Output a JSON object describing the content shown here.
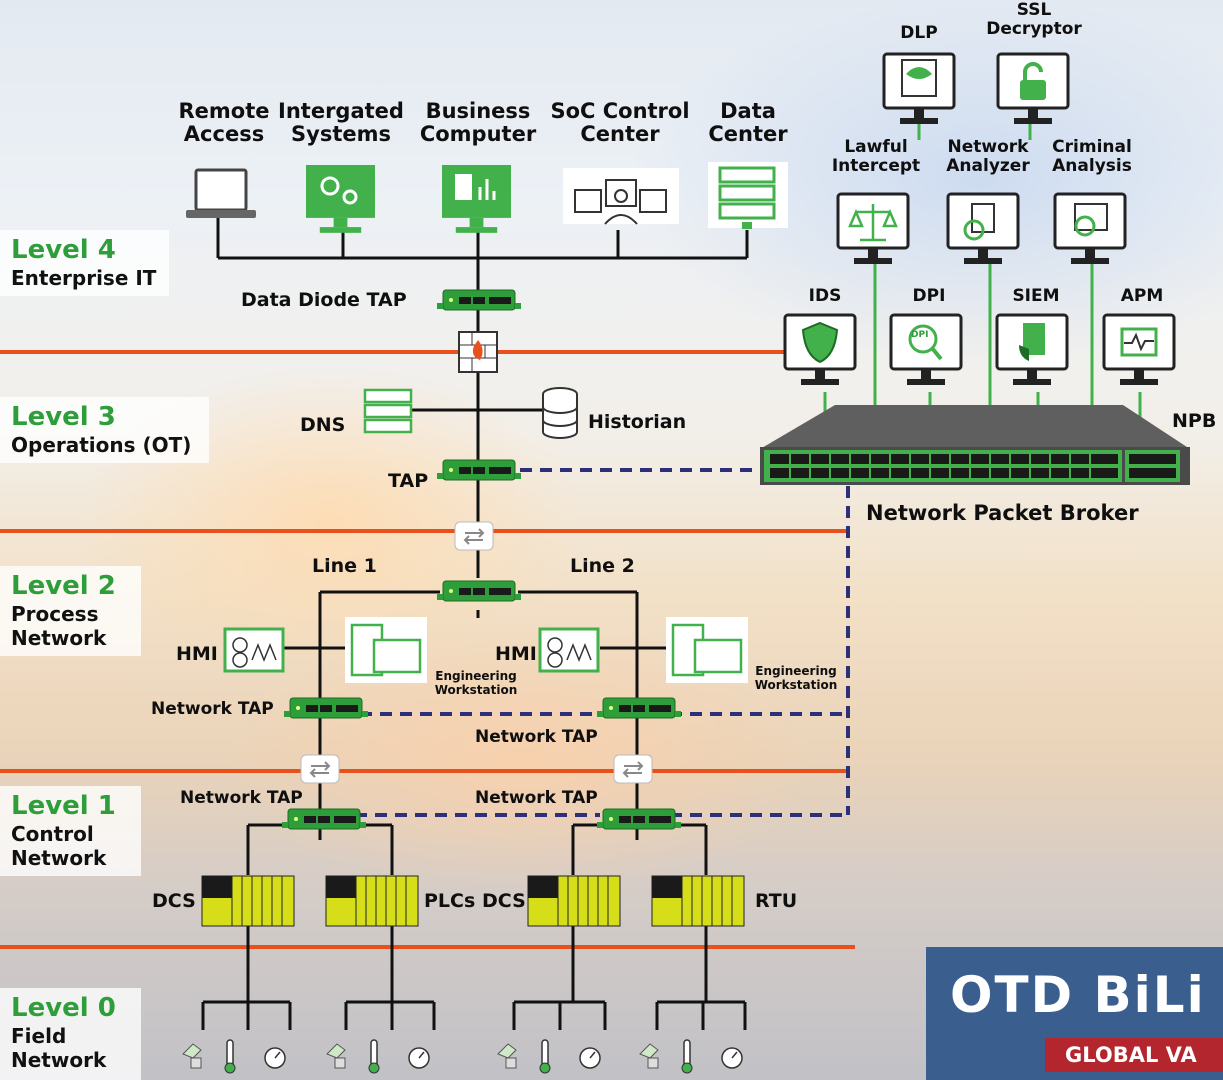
{
  "levels": [
    {
      "name": "Level 4",
      "sub": [
        "Enterprise IT"
      ]
    },
    {
      "name": "Level 3",
      "sub": [
        "Operations (OT)"
      ]
    },
    {
      "name": "Level 2",
      "sub": [
        "Process",
        "Network"
      ]
    },
    {
      "name": "Level 1",
      "sub": [
        "Control",
        "Network"
      ]
    },
    {
      "name": "Level 0",
      "sub": [
        "Field",
        "Network"
      ]
    }
  ],
  "enterprise": {
    "remote_access": [
      "Remote",
      "Access"
    ],
    "integrated_systems": [
      "Intergated",
      "Systems"
    ],
    "business_computer": [
      "Business",
      "Computer"
    ],
    "soc": [
      "SoC Control",
      "Center"
    ],
    "data_center": [
      "Data",
      "Center"
    ]
  },
  "security_tools": {
    "ssl": [
      "SSL",
      "Decryptor"
    ],
    "dlp": "DLP",
    "lawful": [
      "Lawful",
      "Intercept"
    ],
    "net_analyzer": [
      "Network",
      "Analyzer"
    ],
    "criminal": [
      "Criminal",
      "Analysis"
    ],
    "ids": "IDS",
    "dpi": "DPI",
    "siem": "SIEM",
    "apm": "APM",
    "dpi_icon_text": "DPI"
  },
  "labels": {
    "data_diode_tap": "Data Diode TAP",
    "dns": "DNS",
    "historian": "Historian",
    "tap": "TAP",
    "npb_short": "NPB",
    "npb_full": "Network Packet Broker",
    "line1": "Line 1",
    "line2": "Line 2",
    "hmi1": "HMI",
    "hmi2": "HMI",
    "eng_ws": [
      "Engineering",
      "Workstation"
    ],
    "network_tap": "Network TAP",
    "dcs": "DCS",
    "plcs": "PLCs",
    "rtu": "RTU"
  },
  "brand": {
    "name": "OTD BiLi",
    "tagline": "GLOBAL VA"
  },
  "colors": {
    "accent_green": "#2e9e3a",
    "level_line": "#e8501c",
    "mirror_line": "#2c2f7a",
    "controller_yellow": "#d6de1a"
  }
}
